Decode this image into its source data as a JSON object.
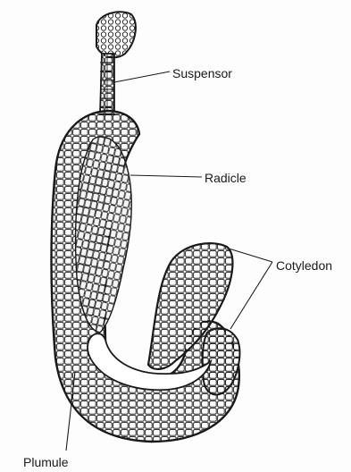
{
  "labels": {
    "suspensor": "Suspensor",
    "radicle": "Radicle",
    "cotyledon": "Cotyledon",
    "plumule": "Plumule"
  },
  "colors": {
    "ink": "#1a1a1a",
    "paper": "#fdfdfd"
  }
}
